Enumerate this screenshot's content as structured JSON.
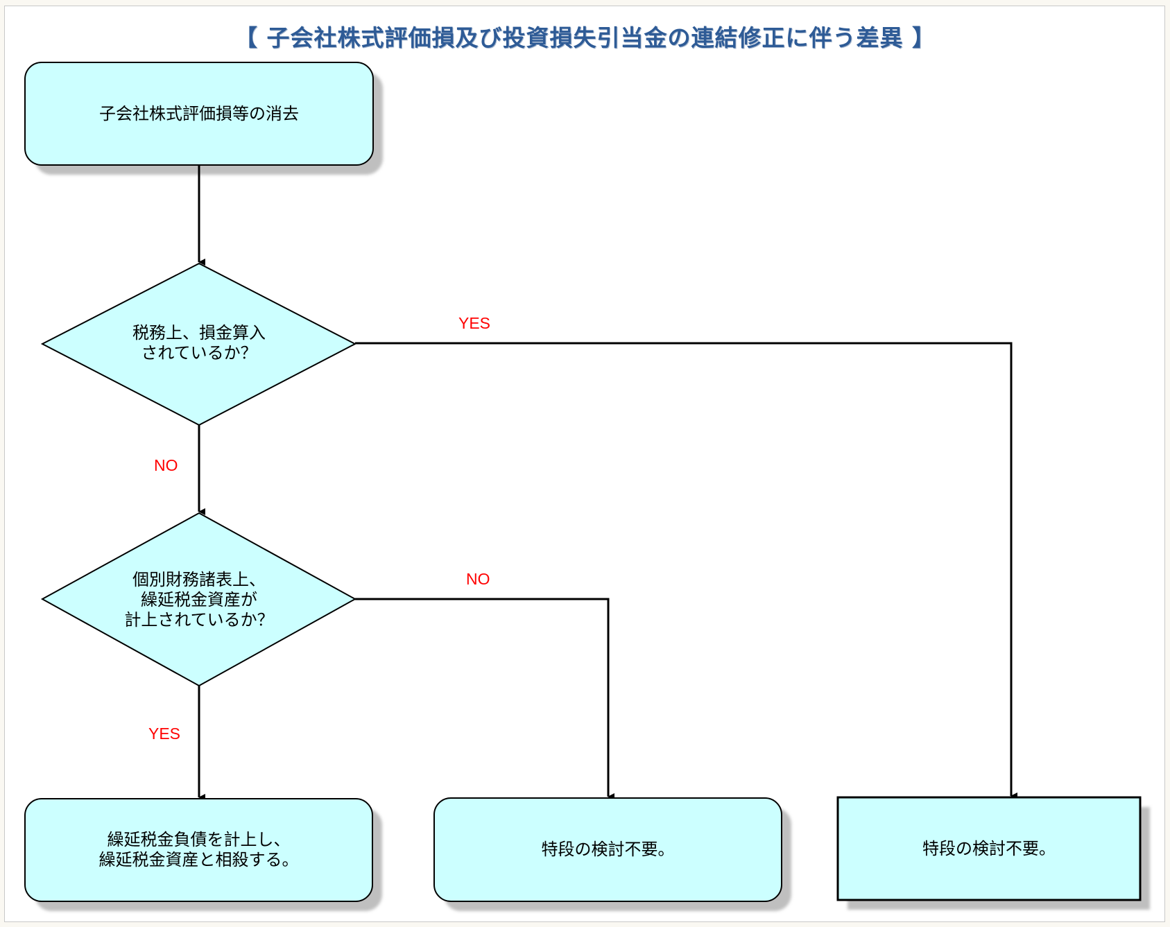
{
  "title": "【 子会社株式評価損及び投資損失引当金の連結修正に伴う差異 】",
  "colors": {
    "title": "#2e5b96",
    "node_fill": "#ccffff",
    "node_stroke": "#000000",
    "shadow": "#bfbfbf",
    "edge_label": "#ff0000"
  },
  "nodes": {
    "start": {
      "type": "rounded-rect",
      "text": "子会社株式評価損等の消去"
    },
    "decision1": {
      "type": "diamond",
      "text": "税務上、損金算入\nされているか？"
    },
    "decision2": {
      "type": "diamond",
      "text": "個別財務諸表上、\n繰延税金資産が\n計上されているか？"
    },
    "result_dtl": {
      "type": "rounded-rect",
      "text": "繰延税金負債を計上し、\n繰延税金資産と相殺する。"
    },
    "result_none_mid": {
      "type": "rounded-rect",
      "text": "特段の検討不要。"
    },
    "result_none_right": {
      "type": "rect",
      "text": "特段の検討不要。"
    }
  },
  "edges": [
    {
      "from": "start",
      "to": "decision1",
      "label": ""
    },
    {
      "from": "decision1",
      "to": "result_none_right",
      "label": "YES"
    },
    {
      "from": "decision1",
      "to": "decision2",
      "label": "NO"
    },
    {
      "from": "decision2",
      "to": "result_none_mid",
      "label": "NO"
    },
    {
      "from": "decision2",
      "to": "result_dtl",
      "label": "YES"
    }
  ]
}
